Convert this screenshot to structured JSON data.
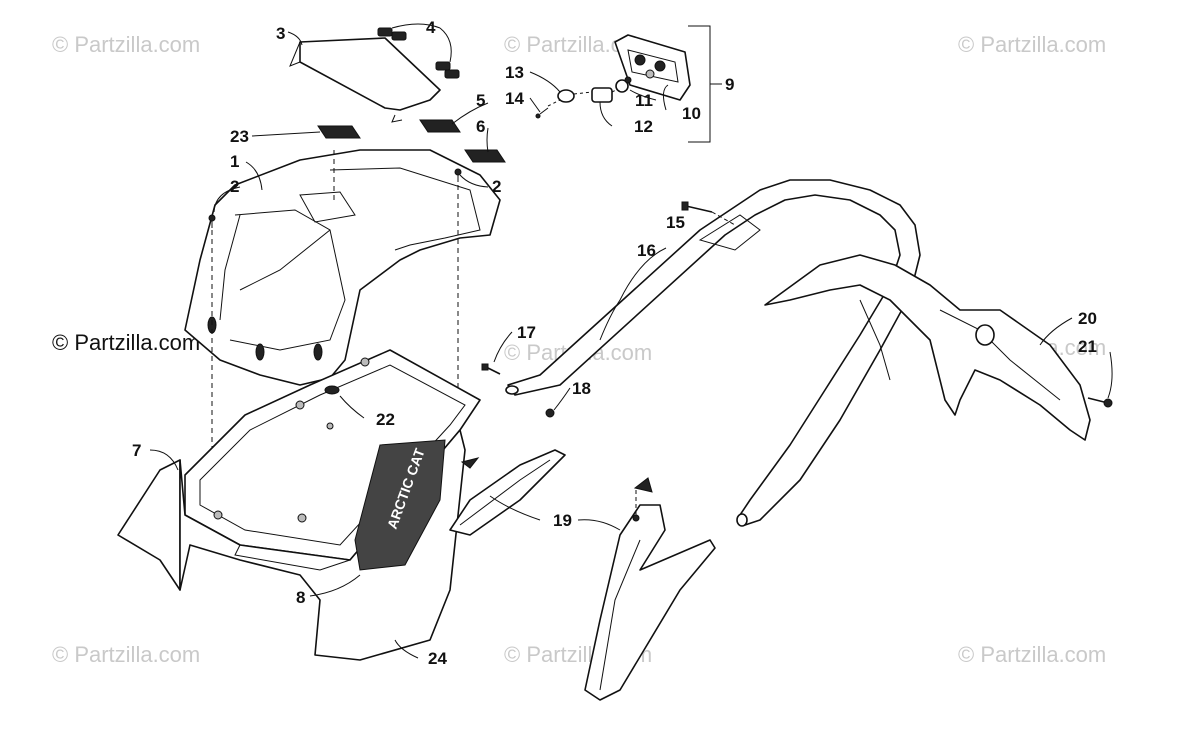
{
  "watermarks": {
    "wm1": "© Partzilla.com",
    "wm2": "© Partzilla.com",
    "wm3": "© Partzilla.com",
    "wm4": "© Partzilla.com",
    "wm5": "© Partzilla.com",
    "wm6": "© Partzilla.com",
    "wm7": "© Partzilla.com",
    "wm8": "© Partzilla.com",
    "wm9": "© Partzilla.com"
  },
  "callouts": {
    "c1": "1",
    "c2a": "2",
    "c2b": "2",
    "c3": "3",
    "c4": "4",
    "c5": "5",
    "c6": "6",
    "c7": "7",
    "c8": "8",
    "c9": "9",
    "c10": "10",
    "c11": "11",
    "c12": "12",
    "c13": "13",
    "c14": "14",
    "c15": "15",
    "c16": "16",
    "c17": "17",
    "c18": "18",
    "c19": "19",
    "c20": "20",
    "c21": "21",
    "c22": "22",
    "c23": "23",
    "c24": "24"
  },
  "decal_text": "ARCTIC CAT",
  "colors": {
    "line": "#111111",
    "watermark": "#c9c9c9",
    "background": "#ffffff"
  }
}
